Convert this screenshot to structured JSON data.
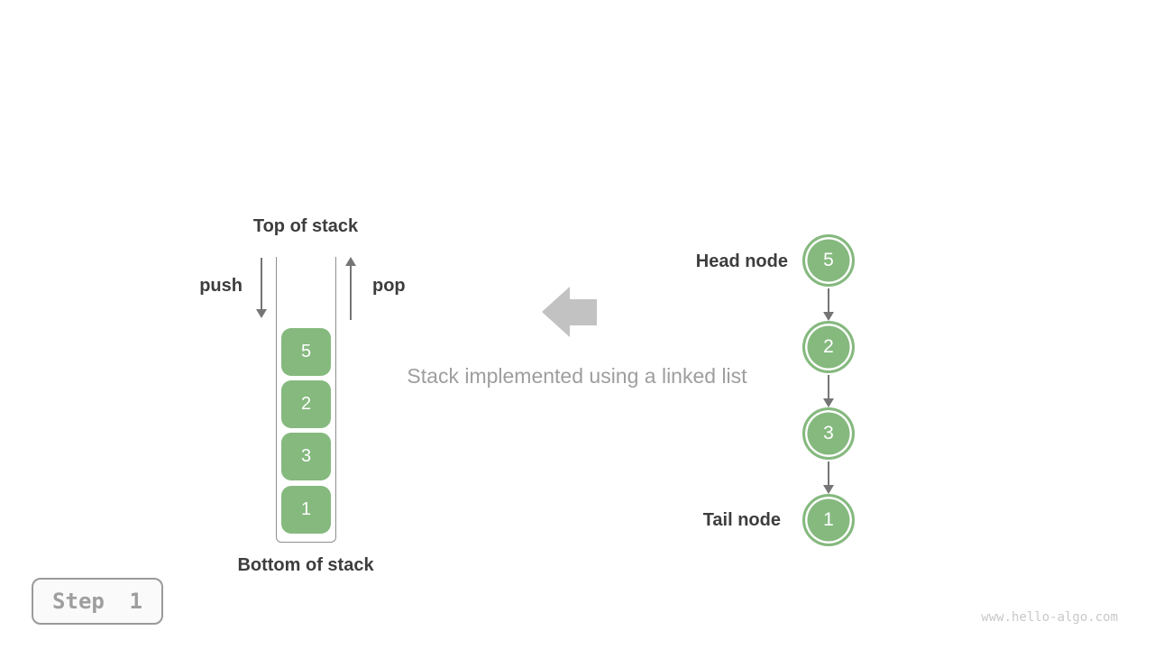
{
  "stack": {
    "top_label": "Top of stack",
    "bottom_label": "Bottom of stack",
    "push_label": "push",
    "pop_label": "pop",
    "items": [
      "5",
      "2",
      "3",
      "1"
    ]
  },
  "annotation": {
    "text": "Stack implemented using a linked list",
    "arrow_icon": "left-block-arrow"
  },
  "linked_list": {
    "head_label": "Head node",
    "tail_label": "Tail node",
    "nodes": [
      "5",
      "2",
      "3",
      "1"
    ]
  },
  "footer": {
    "step_badge": "Step 1",
    "watermark": "www.hello-algo.com"
  },
  "colors": {
    "node_green": "#85b97e",
    "arrow_gray": "#757575",
    "big_arrow_gray": "#c2c2c2",
    "text_dark": "#3d3d3d",
    "text_gray": "#9e9e9e",
    "watermark_gray": "#c8c8c8",
    "container_border": "#8f8f8f",
    "badge_border": "#9a9a9a",
    "badge_bg": "#fafafa"
  }
}
